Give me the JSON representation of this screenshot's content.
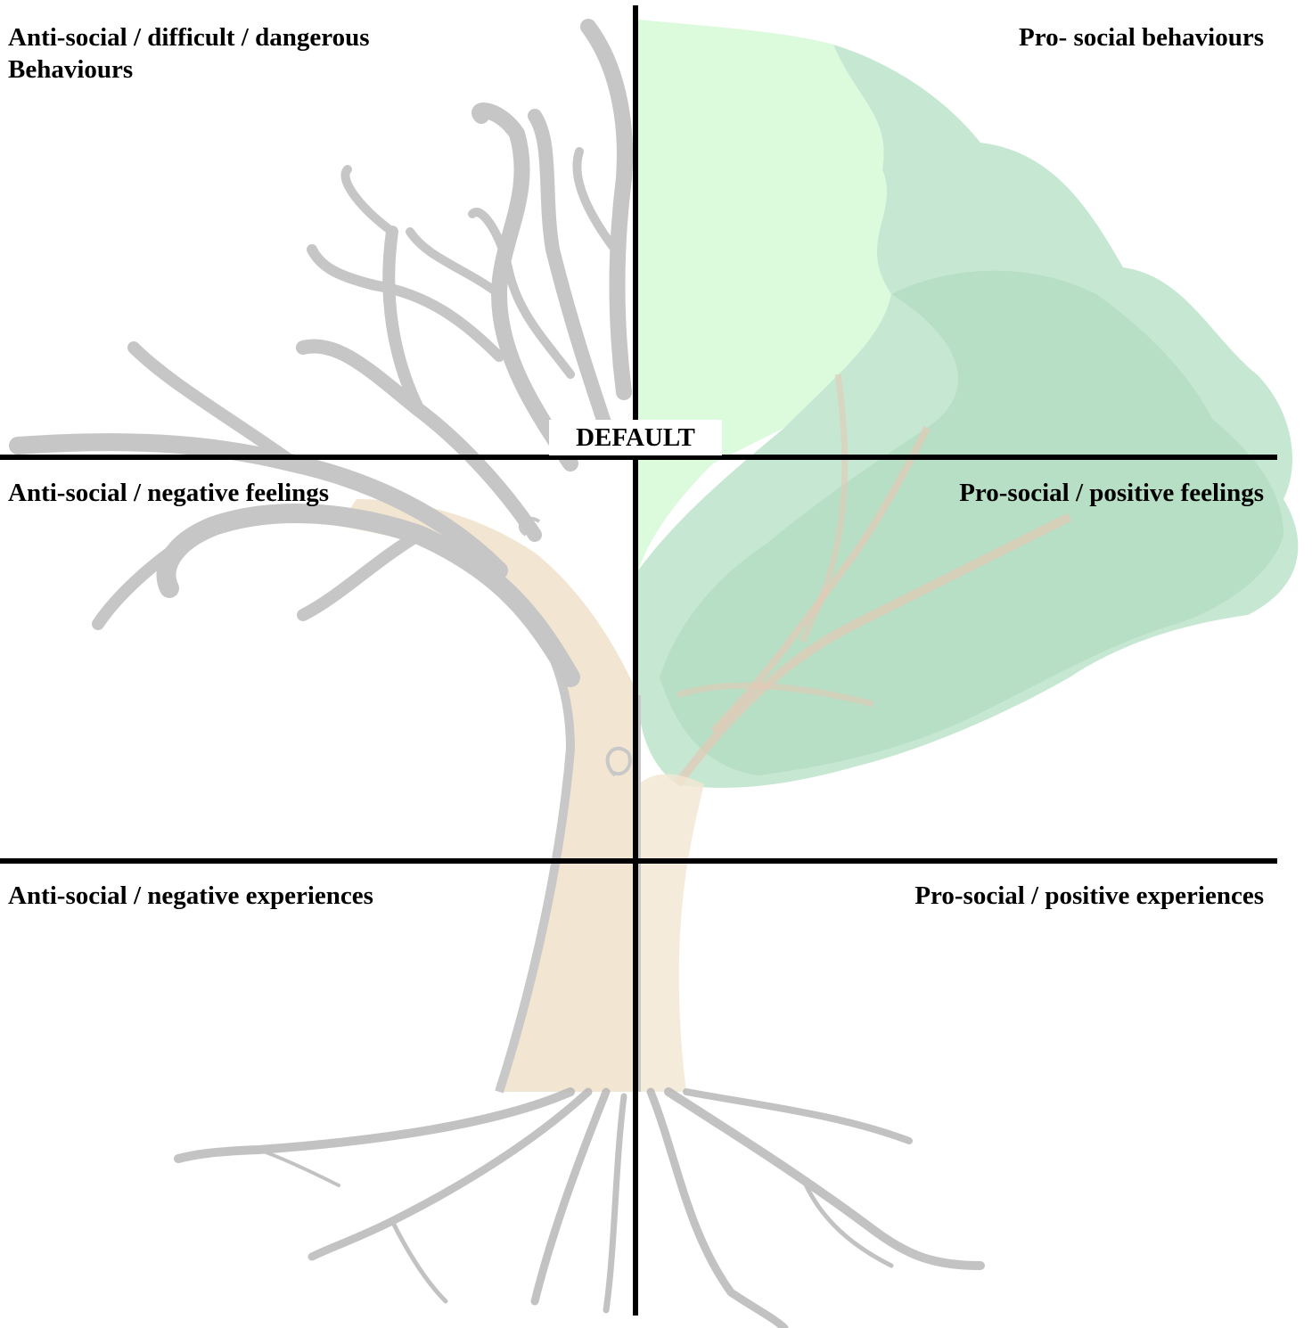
{
  "quadrants": {
    "top_left": {
      "line1": "Anti-social / difficult / dangerous",
      "line2": "Behaviours"
    },
    "top_right": "Pro- social behaviours",
    "middle_left": "Anti-social / negative feelings",
    "middle_right": "Pro-social / positive feelings",
    "bottom_left": "Anti-social / negative experiences",
    "bottom_right": "Pro-social / positive experiences"
  },
  "center_label": "DEFAULT",
  "colors": {
    "bare_branches": "#c6c6c6",
    "trunk": "#f2e6d2",
    "foliage_light": "#dcfadc",
    "foliage_mid": "#c6e8d2",
    "foliage_dark": "#b2dcc0",
    "roots": "#b8b8b8",
    "grid_lines": "#000000"
  },
  "background_image": "tree-half-bare-half-leafy-icon"
}
